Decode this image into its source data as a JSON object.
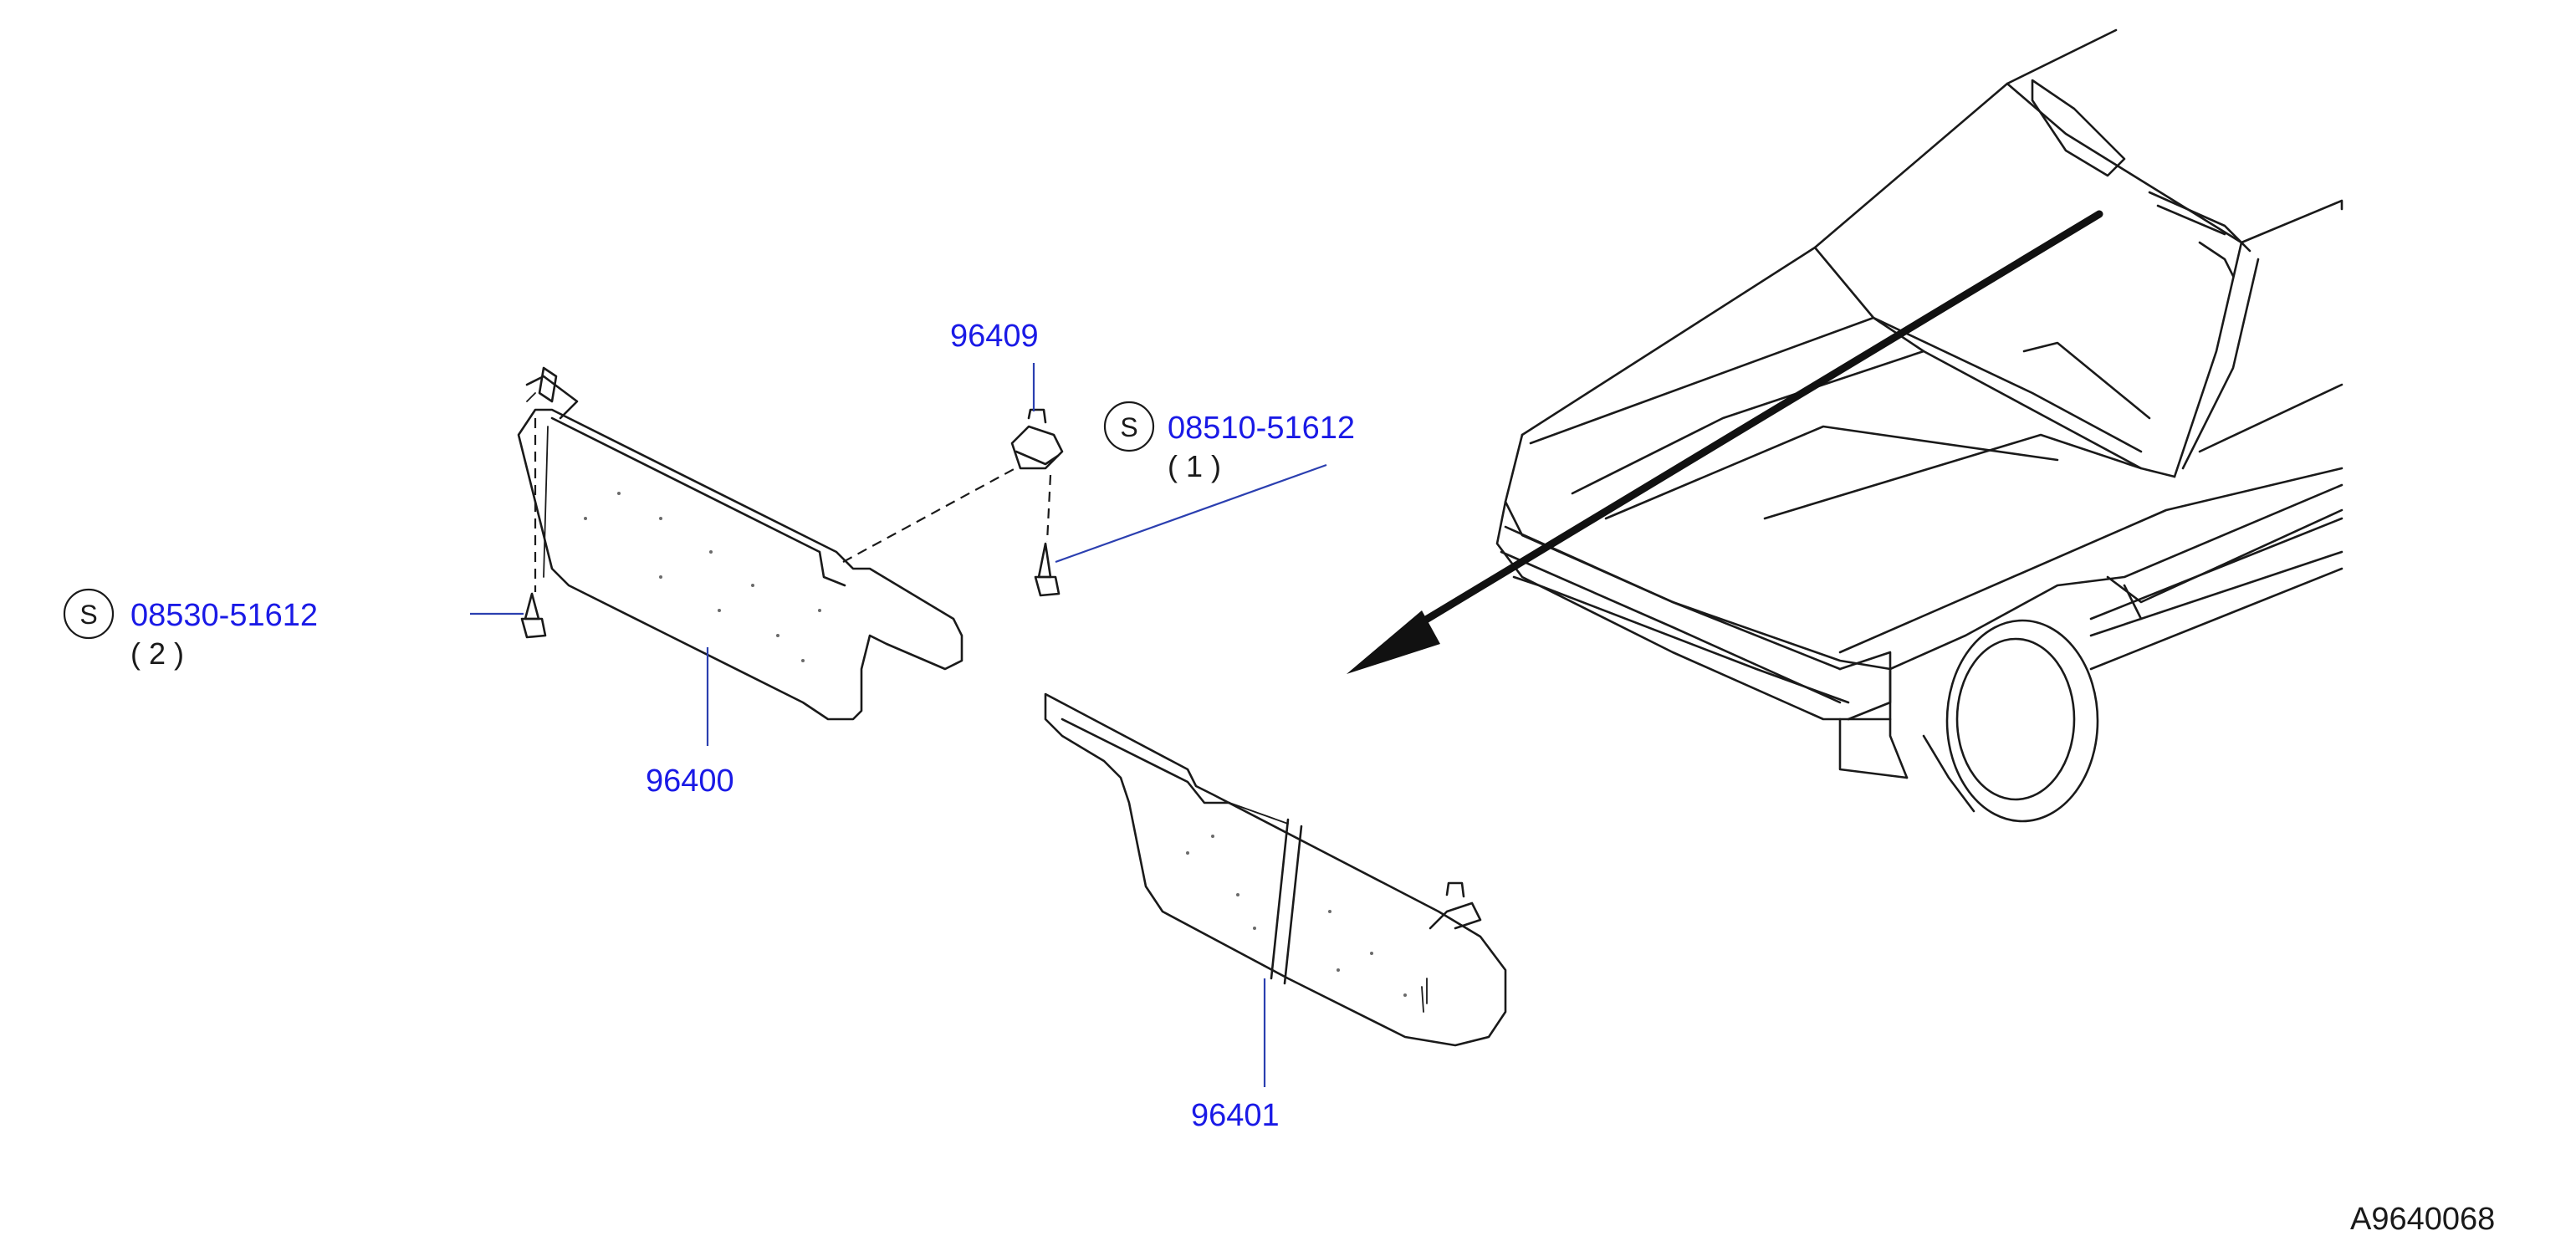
{
  "callouts": {
    "sunvisor_lh": "96400",
    "sunvisor_rh": "96401",
    "holder": "96409",
    "screw_lh": {
      "symbol": "S",
      "part_no": "08530-51612",
      "qty": "( 2 )"
    },
    "screw_rh": {
      "symbol": "S",
      "part_no": "08510-51612",
      "qty": "( 1 )"
    }
  },
  "reference_code": "A9640068",
  "colors": {
    "callout_text": "#1a1ae6",
    "leader_line": "#2b3fb0",
    "line_art": "#1a1a1a"
  }
}
